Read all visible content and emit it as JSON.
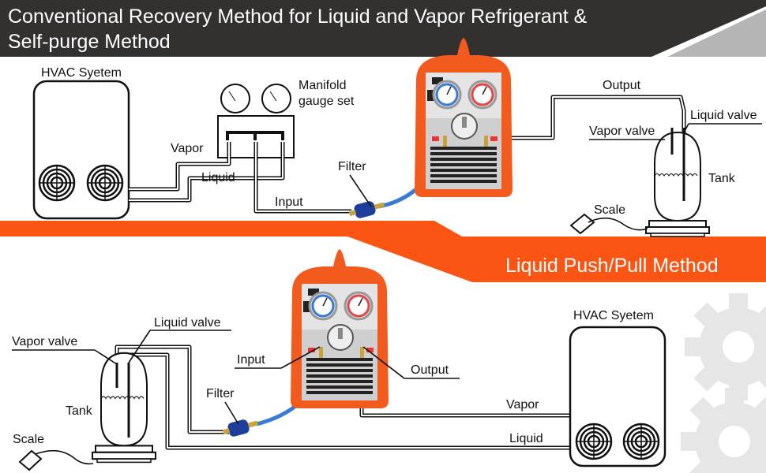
{
  "colors": {
    "title_bar": "#333130",
    "accent_orange": "#fb5514",
    "gear_gray": "#e6e6e6",
    "machine_orange": "#f25a1e",
    "hose_blue": "#3a7bd5"
  },
  "header": {
    "line1": "Conventional Recovery Method for Liquid and Vapor Refrigerant &",
    "line2": "Self-purge Method"
  },
  "section2": {
    "title": "Liquid Push/Pull Method"
  },
  "top": {
    "hvac": "HVAC Syetem",
    "manifold_line1": "Manifold",
    "manifold_line2": "gauge set",
    "vapor": "Vapor",
    "liquid": "Liquid",
    "input": "Input",
    "filter": "Filter",
    "output": "Output",
    "liquid_valve": "Liquid valve",
    "vapor_valve": "Vapor valve",
    "tank": "Tank",
    "scale": "Scale"
  },
  "bottom": {
    "liquid_valve": "Liquid valve",
    "vapor_valve": "Vapor valve",
    "input": "Input",
    "output": "Output",
    "filter": "Filter",
    "tank": "Tank",
    "scale": "Scale",
    "hvac": "HVAC Syetem",
    "vapor": "Vapor",
    "liquid": "Liquid"
  },
  "icons": [
    "recovery-machine",
    "pressure-gauge",
    "filter-drier",
    "refrigerant-tank",
    "scale",
    "hvac-unit",
    "fan",
    "gear"
  ]
}
